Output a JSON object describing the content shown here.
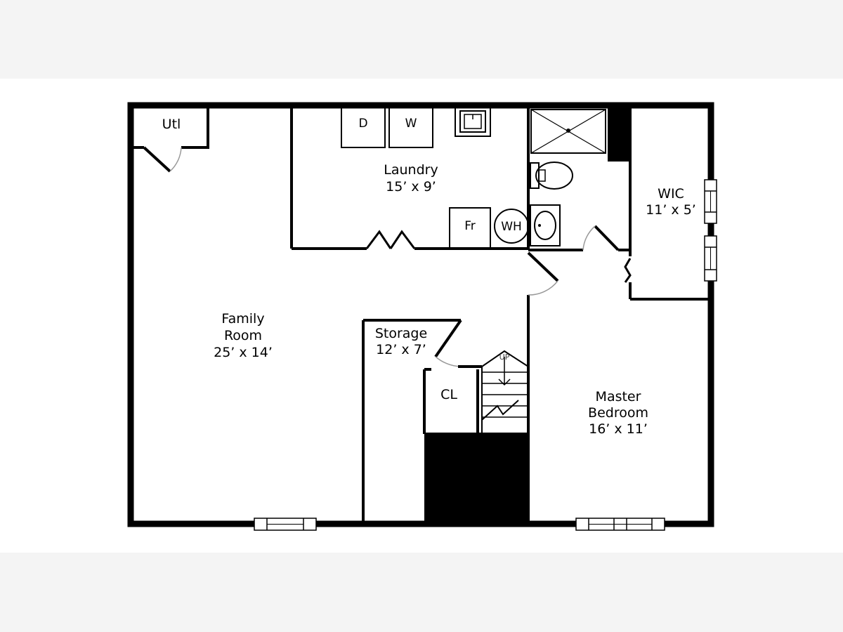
{
  "colors": {
    "page_bg": "#f4f4f4",
    "plan_bg": "#ffffff",
    "wall": "#000000",
    "door_swing": "#999999"
  },
  "rooms": {
    "utility": {
      "name": "Utl"
    },
    "laundry": {
      "name": "Laundry",
      "size": "15’ x 9’"
    },
    "wic": {
      "name": "WIC",
      "size": "11’ x 5’"
    },
    "family_room": {
      "name_line1": "Family",
      "name_line2": "Room",
      "size": "25’ x 14’"
    },
    "storage": {
      "name": "Storage",
      "size": "12’ x 7’"
    },
    "closet": {
      "name": "CL"
    },
    "master_bedroom": {
      "name_line1": "Master",
      "name_line2": "Bedroom",
      "size": "16’ x 11’"
    }
  },
  "fixtures": {
    "dryer": "D",
    "washer": "W",
    "freezer": "Fr",
    "water_heater": "WH"
  },
  "stairs": {
    "direction_label": "UP"
  }
}
